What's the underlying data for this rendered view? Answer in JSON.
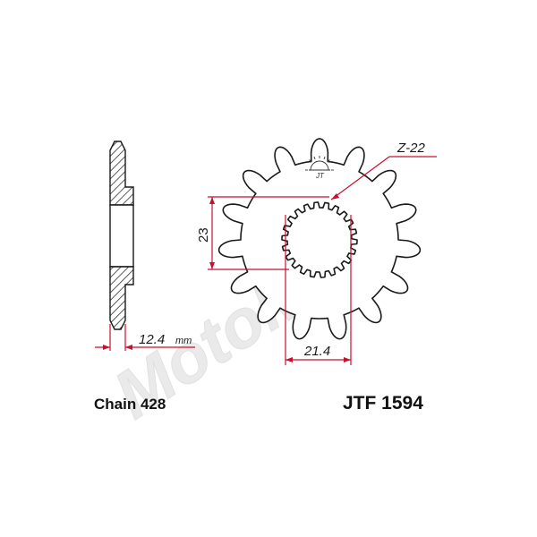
{
  "product": {
    "part_number": "JTF 1594",
    "chain_label": "Chain 428"
  },
  "dimensions": {
    "teeth": "Z-22",
    "height": "23",
    "width": "21.4",
    "thickness": "12.4",
    "thickness_unit": "mm"
  },
  "watermark": {
    "text": "MotoMoto"
  },
  "colors": {
    "dimension_line": "#c8102e",
    "outline": "#1a1a1a",
    "hatch": "#333333",
    "watermark": "#d6d6d6"
  },
  "icons": {
    "jt_logo": "jt-sun-logo-icon"
  }
}
